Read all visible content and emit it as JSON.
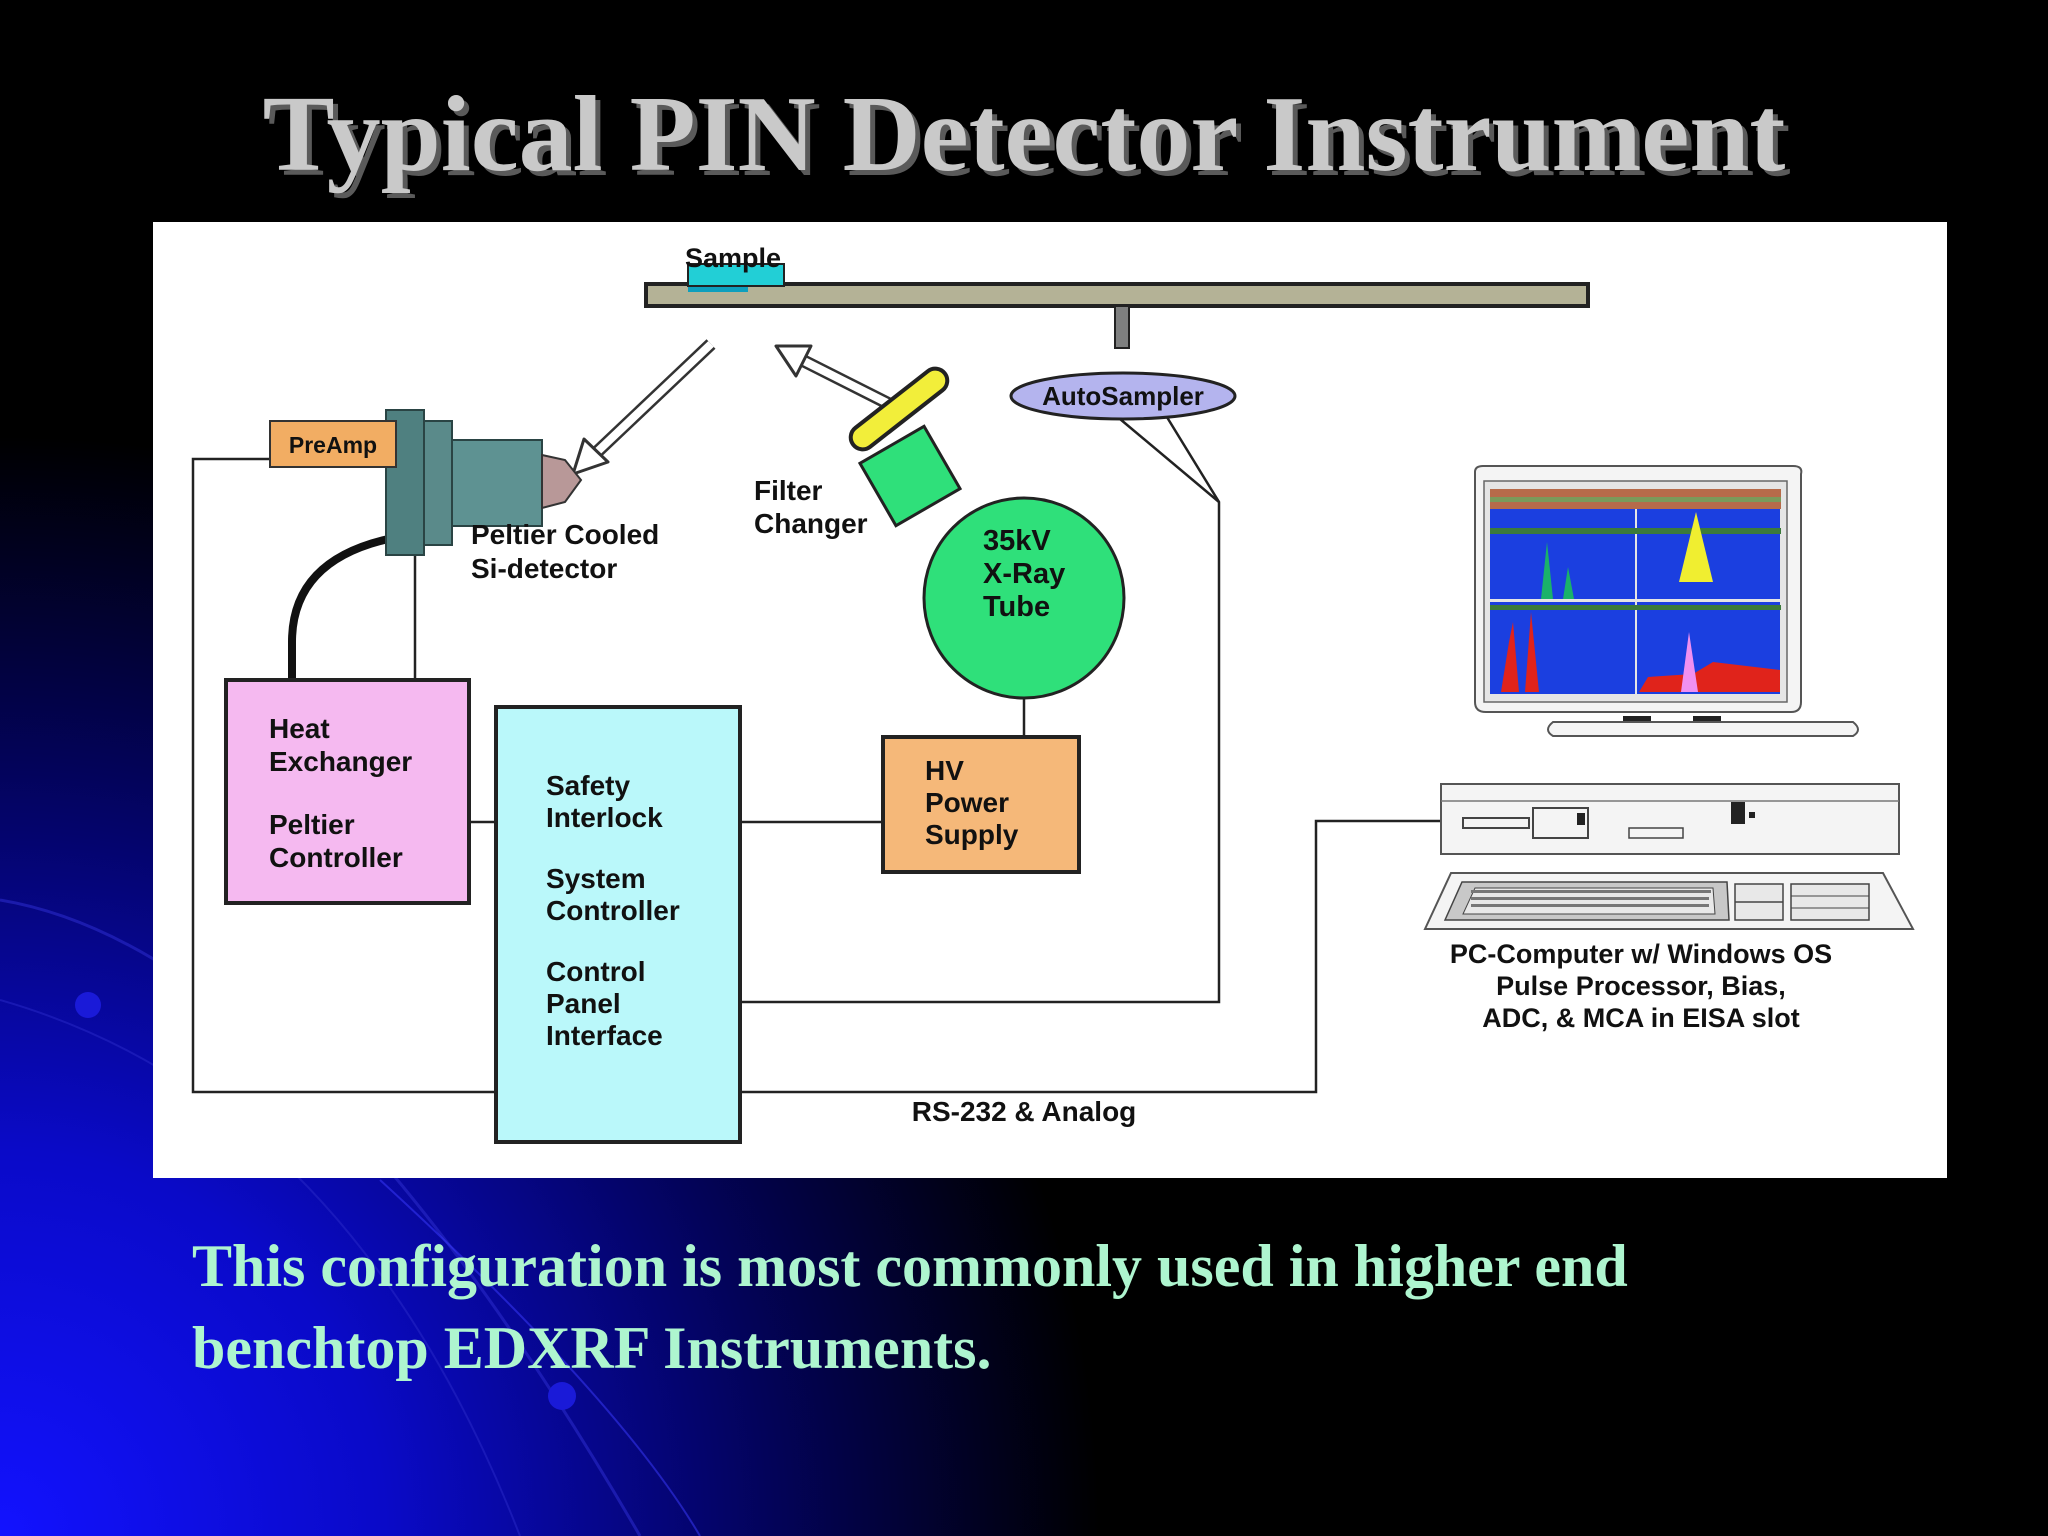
{
  "slide": {
    "title": "Typical PIN Detector Instrument",
    "caption_line1": "This configuration is most commonly used in higher end",
    "caption_line2": "benchtop EDXRF Instruments."
  },
  "diagram": {
    "sample": "Sample",
    "autosampler": "AutoSampler",
    "preamp": "PreAmp",
    "detector_line1": "Peltier Cooled",
    "detector_line2": "Si-detector",
    "filter_line1": "Filter",
    "filter_line2": "Changer",
    "tube_line1": "35kV",
    "tube_line2": "X-Ray",
    "tube_line3": "Tube",
    "heat_line1": "Heat",
    "heat_line2": "Exchanger",
    "heat_line3": "Peltier",
    "heat_line4": "Controller",
    "ctrl_line1": "Safety",
    "ctrl_line2": "Interlock",
    "ctrl_line3": "System",
    "ctrl_line4": "Controller",
    "ctrl_line5": "Control",
    "ctrl_line6": "Panel",
    "ctrl_line7": "Interface",
    "hv_line1": "HV",
    "hv_line2": "Power",
    "hv_line3": "Supply",
    "pc_line1": "PC-Computer w/ Windows OS",
    "pc_line2": "Pulse Processor, Bias,",
    "pc_line3": "ADC, & MCA in EISA slot",
    "bus_label": "RS-232 & Analog"
  },
  "colors": {
    "title": "#c9c9c9",
    "caption": "#aef5cf",
    "sample": "#22cfd6",
    "autosampler": "#b4b4ee",
    "preamp": "#f2ad63",
    "heat_exchanger": "#f5b9f0",
    "controller": "#baf8fa",
    "hv_supply": "#f5b879",
    "xray_tube": "#2fe07a",
    "filter": "#f2ee3a",
    "detector": "#4f8080"
  }
}
